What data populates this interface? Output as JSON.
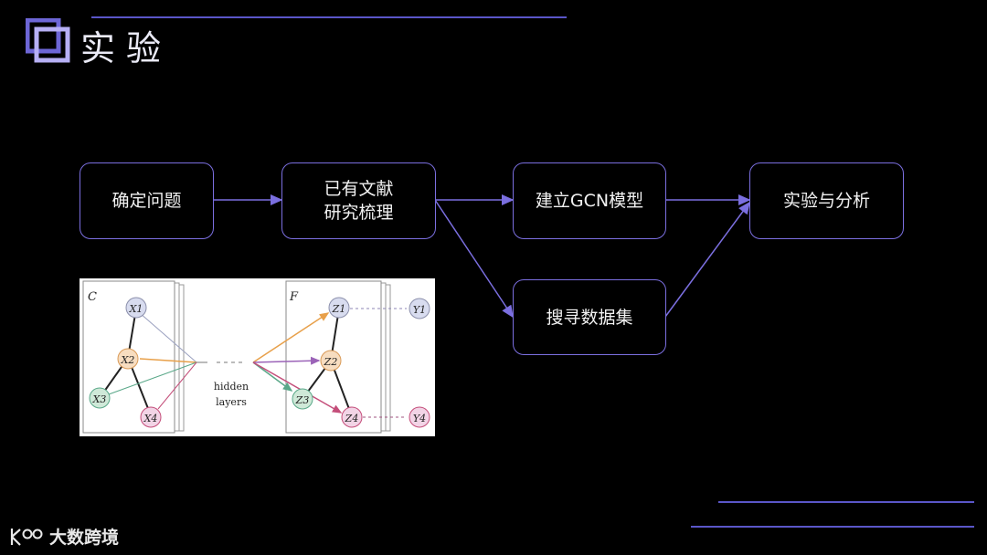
{
  "page": {
    "title": "实验"
  },
  "flow": {
    "nodes": [
      {
        "id": "n1",
        "label": "确定问题"
      },
      {
        "id": "n2",
        "label_line1": "已有文献",
        "label_line2": "研究梳理"
      },
      {
        "id": "n3",
        "label": "建立GCN模型"
      },
      {
        "id": "n4",
        "label": "搜寻数据集"
      },
      {
        "id": "n5",
        "label": "实验与分析"
      }
    ],
    "edges": [
      [
        "n1",
        "n2"
      ],
      [
        "n2",
        "n3"
      ],
      [
        "n2",
        "n4"
      ],
      [
        "n3",
        "n5"
      ],
      [
        "n4",
        "n5"
      ]
    ],
    "accent": "#7b6fe0"
  },
  "figure": {
    "left_label": "C",
    "right_label": "F",
    "center_line1": "hidden",
    "center_line2": "layers",
    "input_nodes": [
      "X1",
      "X2",
      "X3",
      "X4"
    ],
    "output_nodes": [
      "Z1",
      "Z2",
      "Z3",
      "Z4"
    ],
    "target_nodes": [
      "Y1",
      "Y4"
    ],
    "colors": {
      "x1": "#d8dcef",
      "x2": "#f7ddc0",
      "x3": "#cfe9d8",
      "x4": "#f2d4e6"
    }
  },
  "brand": {
    "name": "大数跨境"
  }
}
